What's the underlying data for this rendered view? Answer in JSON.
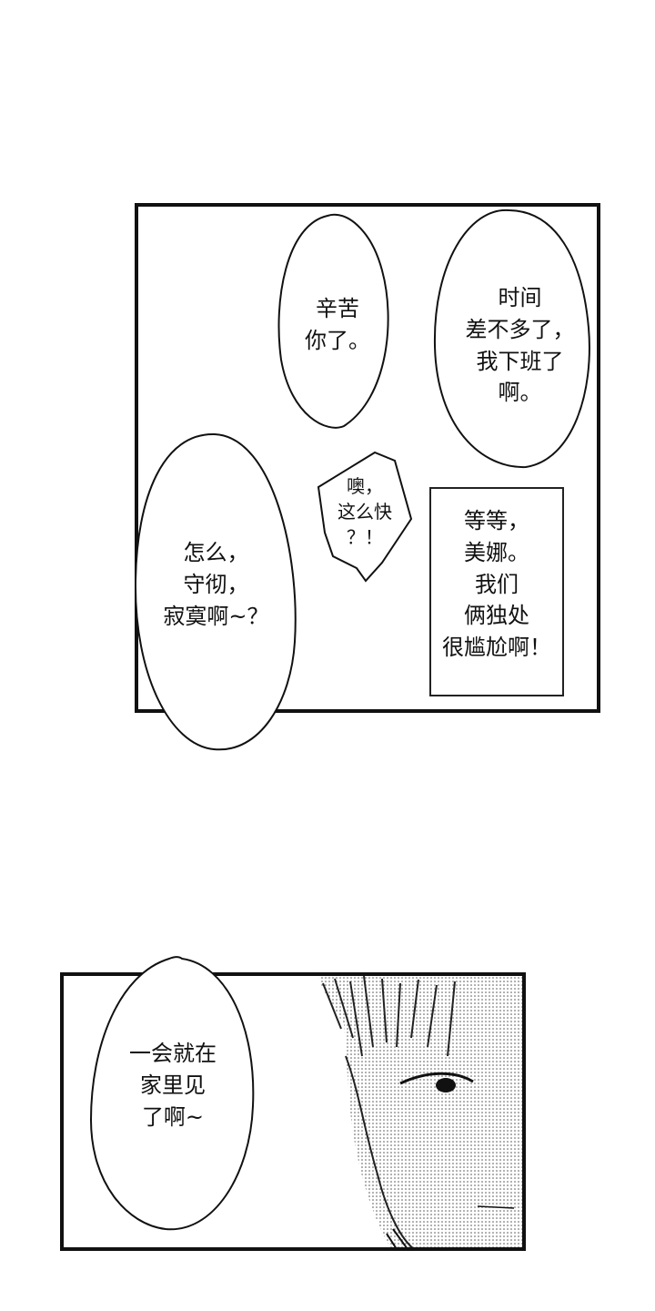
{
  "panels": [
    {
      "bubbles": [
        {
          "text": "辛苦\n你了。"
        },
        {
          "text": "时间\n差不多了，\n我下班了\n啊。"
        },
        {
          "text": "噢，\n这么快\n？！"
        },
        {
          "text": "等等，\n美娜。\n我们\n俩独处\n很尴尬啊！"
        },
        {
          "text": "怎么，\n守彻，\n寂寞啊~？"
        }
      ]
    },
    {
      "bubbles": [
        {
          "text": "一会就在\n家里见\n了啊~"
        }
      ]
    }
  ]
}
